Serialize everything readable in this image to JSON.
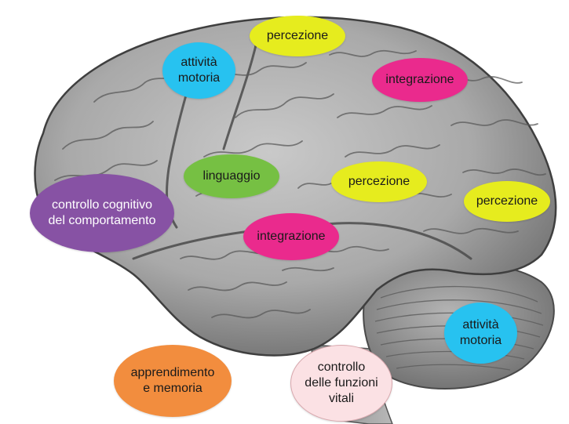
{
  "colors": {
    "yellow": "#e6ec1e",
    "cyan": "#27c2f0",
    "magenta": "#ea2a8d",
    "green": "#76c043",
    "purple": "#8752a4",
    "orange": "#f28d3e",
    "pink": "#fbe1e4"
  },
  "labels": {
    "percezione_top": {
      "text": "percezione"
    },
    "attivita_motoria_top": {
      "line1": "attività",
      "line2": "motoria"
    },
    "integrazione_top": {
      "text": "integrazione"
    },
    "linguaggio": {
      "text": "linguaggio"
    },
    "percezione_mid": {
      "text": "percezione"
    },
    "percezione_right": {
      "text": "percezione"
    },
    "controllo_cognitivo": {
      "line1": "controllo cognitivo",
      "line2": "del comportamento"
    },
    "integrazione_mid": {
      "text": "integrazione"
    },
    "attivita_motoria_bottom": {
      "line1": "attività",
      "line2": "motoria"
    },
    "apprendimento": {
      "line1": "apprendimento",
      "line2": "e memoria"
    },
    "controllo_funzioni": {
      "line1": "controllo",
      "line2": "delle funzioni",
      "line3": "vitali"
    }
  }
}
